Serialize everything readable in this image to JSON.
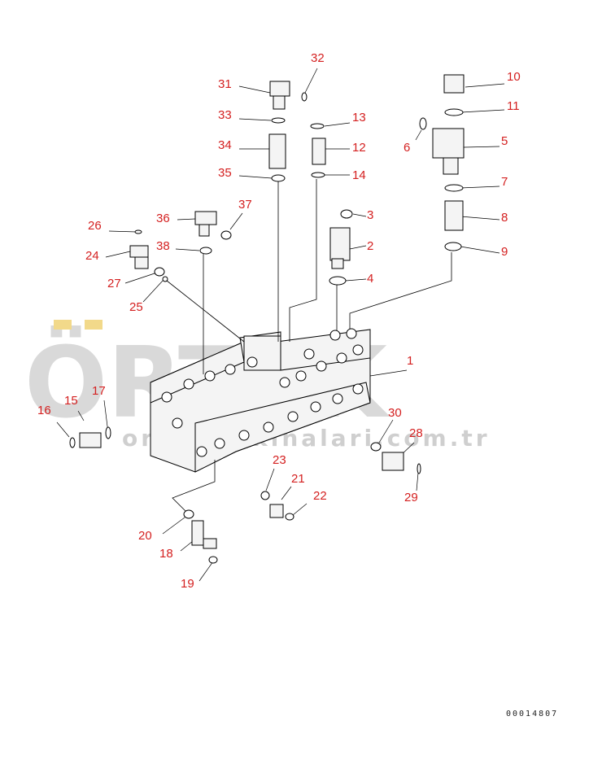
{
  "watermark": {
    "brand": "ÖRTEK",
    "site": "ortekmakinalari.com.tr",
    "color": "#d9d9d9"
  },
  "drawing_code": "00014807",
  "label_color": "#d42020",
  "callouts": [
    "1",
    "2",
    "3",
    "4",
    "5",
    "6",
    "7",
    "8",
    "9",
    "10",
    "11",
    "12",
    "13",
    "14",
    "15",
    "16",
    "17",
    "18",
    "19",
    "20",
    "21",
    "22",
    "23",
    "24",
    "25",
    "26",
    "27",
    "28",
    "29",
    "30",
    "31",
    "32",
    "33",
    "34",
    "35",
    "36",
    "37",
    "38"
  ]
}
